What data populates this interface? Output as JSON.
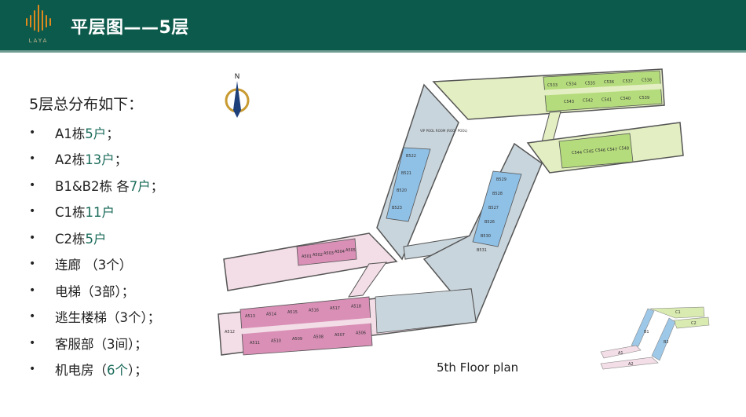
{
  "header": {
    "title": "平层图——5层",
    "logo_text": "LAYA"
  },
  "content": {
    "intro": "5层总分布如下：",
    "items": [
      {
        "pre": "A1栋 ",
        "hl": "5户",
        "post": "；"
      },
      {
        "pre": "A2栋 ",
        "hl": "13户",
        "post": "；"
      },
      {
        "pre": "B1&B2栋 各",
        "hl": "7户",
        "post": "；"
      },
      {
        "pre": "C1栋 ",
        "hl": "11户",
        "post": ""
      },
      {
        "pre": "C2栋 ",
        "hl": "5户",
        "post": ""
      },
      {
        "pre": "连廊 （3个）",
        "hl": "",
        "post": ""
      },
      {
        "pre": "电梯（3部）；",
        "hl": "",
        "post": ""
      },
      {
        "pre": "逃生楼梯（3个）；",
        "hl": "",
        "post": ""
      },
      {
        "pre": "客服部（3间）；",
        "hl": "",
        "post": ""
      },
      {
        "pre": "机电房（",
        "hl": "6个",
        "post": "）；"
      }
    ],
    "bullet": "•"
  },
  "plan": {
    "caption": "5th Floor plan",
    "north": "N",
    "pool_label": "VIP POOL ROOM (ROOF POOL)",
    "units": {
      "c_top": [
        "C533",
        "C534",
        "C535",
        "C536",
        "C537",
        "C538"
      ],
      "c_bottom": [
        "C543",
        "C542",
        "C541",
        "C540",
        "C539"
      ],
      "c2": [
        "C544",
        "C545",
        "C546",
        "C547",
        "C548"
      ],
      "b1": [
        "B522",
        "B521",
        "B520",
        "B523"
      ],
      "b2": [
        "B529",
        "B528",
        "B527",
        "B526",
        "B530",
        "B531"
      ],
      "a1": [
        "A501",
        "A502",
        "A503",
        "A504",
        "A505"
      ],
      "a2_top": [
        "A513",
        "A514",
        "A515",
        "A516",
        "A517",
        "A518"
      ],
      "a2_bottom": [
        "A511",
        "A510",
        "A509",
        "A508",
        "A507",
        "A506"
      ],
      "a2_end": "A512"
    },
    "keymap": {
      "a1": "A1",
      "a2": "A2",
      "b1": "B1",
      "b2": "B2",
      "c1": "C1",
      "c2": "C2"
    }
  },
  "colors": {
    "header": "#0c5a4b",
    "highlight": "#1a6b5a",
    "green_zone": "#d9ebb0",
    "blue_zone": "#9ec8e8",
    "pink_zone": "#f3dde6",
    "pink_unit": "#d98fb6",
    "grey_zone": "#c9d5dc"
  }
}
